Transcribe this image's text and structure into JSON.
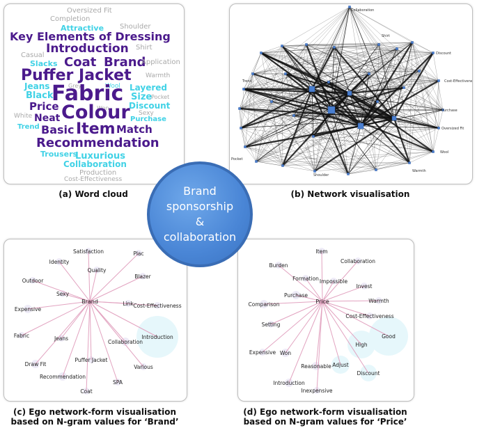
{
  "center": {
    "label": "Brand\nsponsorship\n&\ncollaboration"
  },
  "captions": {
    "a": "(a) Word cloud",
    "b": "(b) Network visualisation",
    "c_line1": "(c) Ego network-form visualisation",
    "c_line2": "based on N-gram values for ‘Brand’",
    "d_line1": "(d) Ego network-form visualisation",
    "d_line2": "based on N-gram values for ‘Price’"
  },
  "word_cloud": {
    "colors": {
      "purple": "#4b1a8c",
      "cyan": "#41d2e6",
      "gray": "#a9a9a9"
    },
    "words": [
      {
        "text": "Oversized Fit",
        "color": "gray"
      },
      {
        "text": "Completion",
        "color": "gray"
      },
      {
        "text": "Attractive",
        "color": "cyan"
      },
      {
        "text": "Shoulder",
        "color": "gray"
      },
      {
        "text": "Key Elements of Dressing",
        "color": "purple"
      },
      {
        "text": "Introduction",
        "color": "purple"
      },
      {
        "text": "Shirt",
        "color": "gray"
      },
      {
        "text": "Coat",
        "color": "purple"
      },
      {
        "text": "Brand",
        "color": "purple"
      },
      {
        "text": "Casual",
        "color": "gray"
      },
      {
        "text": "Slacks",
        "color": "cyan"
      },
      {
        "text": "Application",
        "color": "gray"
      },
      {
        "text": "Puffer Jacket",
        "color": "purple"
      },
      {
        "text": "Warmth",
        "color": "gray"
      },
      {
        "text": "Jeans",
        "color": "cyan"
      },
      {
        "text": "Grey",
        "color": "gray"
      },
      {
        "text": "Wool",
        "color": "cyan"
      },
      {
        "text": "Layered",
        "color": "cyan"
      },
      {
        "text": "Black",
        "color": "cyan"
      },
      {
        "text": "Fabric",
        "color": "purple"
      },
      {
        "text": "Size",
        "color": "cyan"
      },
      {
        "text": "Pocket",
        "color": "gray"
      },
      {
        "text": "Price",
        "color": "purple"
      },
      {
        "text": "Discount",
        "color": "cyan"
      },
      {
        "text": "Won",
        "color": "gray"
      },
      {
        "text": "Sexy",
        "color": "gray"
      },
      {
        "text": "White",
        "color": "gray"
      },
      {
        "text": "Neat",
        "color": "purple"
      },
      {
        "text": "Colour",
        "color": "purple"
      },
      {
        "text": "Purchase",
        "color": "cyan"
      },
      {
        "text": "Trend",
        "color": "cyan"
      },
      {
        "text": "Basic",
        "color": "purple"
      },
      {
        "text": "Item",
        "color": "purple"
      },
      {
        "text": "Match",
        "color": "purple"
      },
      {
        "text": "Recommendation",
        "color": "purple"
      },
      {
        "text": "Trousers",
        "color": "cyan"
      },
      {
        "text": "Luxurious",
        "color": "cyan"
      },
      {
        "text": "Collaboration",
        "color": "cyan"
      },
      {
        "text": "Production",
        "color": "gray"
      },
      {
        "text": "Cost-Effectiveness",
        "color": "gray"
      }
    ]
  },
  "network": {
    "labels": [
      "Collaboration",
      "Shirt",
      "Discount",
      "Cost-Effectiveness",
      "Purchase",
      "Oversized Fit",
      "Wool",
      "Shoulder",
      "Warmth",
      "Pocket",
      "Trend"
    ]
  },
  "ego_brand": {
    "center": "Brand",
    "nodes": [
      "Satisfaction",
      "Plac",
      "Identity",
      "Quality",
      "Blazer",
      "Outdoor",
      "Sexy",
      "Link",
      "Cost-Effectiveness",
      "Expensive",
      "Introduction",
      "Fabric",
      "Jeans",
      "Collaboration",
      "Puffer Jacket",
      "Draw Fit",
      "Various",
      "Recommendation",
      "SPA",
      "Coat"
    ]
  },
  "ego_price": {
    "center": "Price",
    "nodes": [
      "Item",
      "Burden",
      "Collaboration",
      "Formation",
      "Impossible",
      "Invest",
      "Comparison",
      "Purchase",
      "Warmth",
      "Cost-Effectiveness",
      "Setting",
      "Good",
      "High",
      "Expensive",
      "Won",
      "Adjust",
      "Reasonable",
      "Discount",
      "Introduction",
      "Inexpensive"
    ]
  }
}
